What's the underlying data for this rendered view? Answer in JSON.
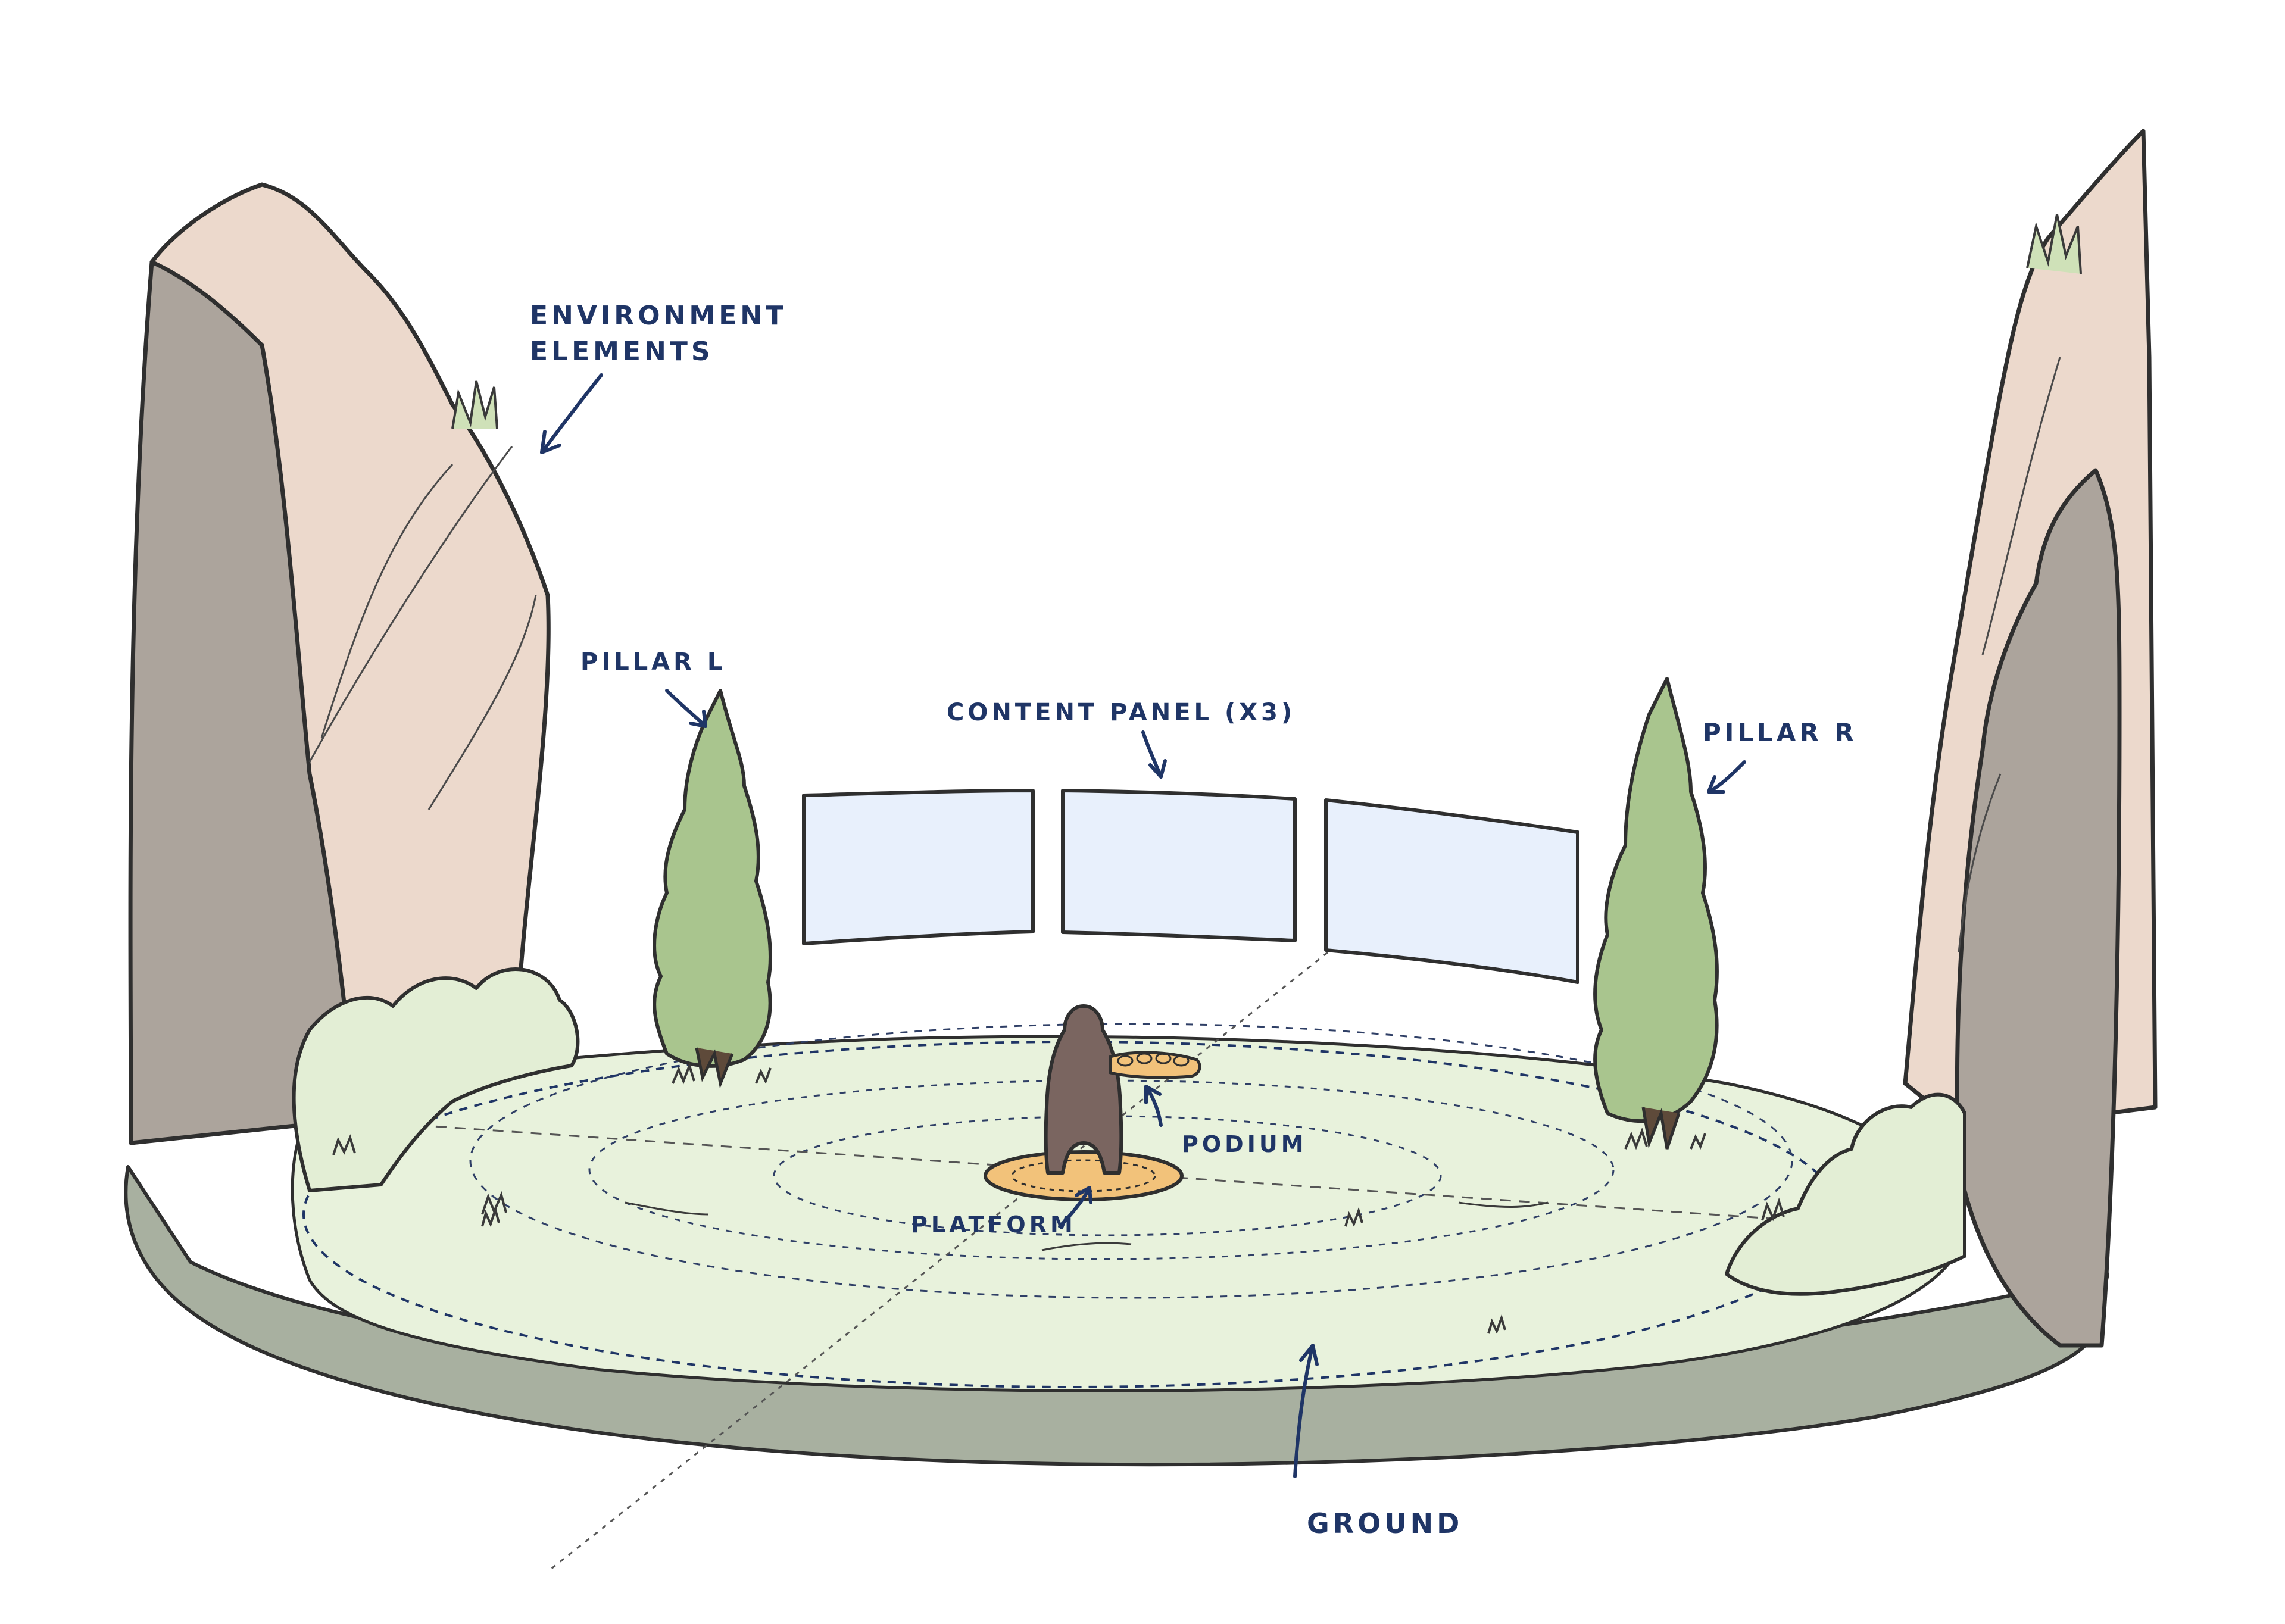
{
  "labels": {
    "environment_line1": "ENVIRONMENT",
    "environment_line2": "ELEMENTS",
    "pillar_left": "PILLAR L",
    "pillar_right": "PILLAR R",
    "content_panel": "CONTENT PANEL (X3)",
    "podium": "PODIUM",
    "platform": "PLATFORM",
    "ground": "GROUND"
  },
  "colors": {
    "annotation_ink": "#1f3566",
    "outline": "#2f2f2f",
    "rock_light": "#ecd9cc",
    "rock_shadow": "#aca49c",
    "ground_top": "#e8f2dc",
    "ground_side": "#a8b0a0",
    "bush": "#e3eed5",
    "tree": "#a9c58e",
    "tree_trunk": "#5e4a3a",
    "panel": "#e8f0fc",
    "podium": "#7a6560",
    "platform": "#f2c27a",
    "lectern": "#f2c27a"
  }
}
